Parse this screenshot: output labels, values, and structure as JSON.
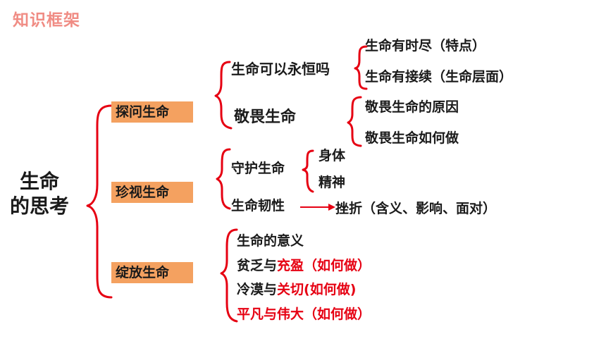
{
  "title": "知识框架",
  "center": {
    "line1": "生命",
    "line2": "的思考"
  },
  "branches": [
    {
      "label": "探问生命",
      "items": [
        {
          "label": "生命可以永恒吗",
          "children": [
            "生命有时尽（特点）",
            "生命有接续（生命层面）"
          ]
        },
        {
          "label": "敬畏生命",
          "children": [
            "敬畏生命的原因",
            "敬畏生命如何做"
          ]
        }
      ]
    },
    {
      "label": "珍视生命",
      "items": [
        {
          "label": "守护生命",
          "children": [
            "身体",
            "精神"
          ]
        },
        {
          "label": "生命韧性",
          "arrow_target": "挫折（含义、影响、面对）"
        }
      ]
    },
    {
      "label": "绽放生命",
      "items": [
        {
          "label": "生命的意义"
        },
        {
          "parts": [
            "贫乏与",
            "充盈",
            "（如何做）"
          ]
        },
        {
          "parts": [
            "冷漠与",
            "关切(如何做)"
          ]
        },
        {
          "label": "平凡与伟大（如何做）"
        }
      ]
    }
  ],
  "colors": {
    "accent": "#e60012",
    "box": "#f4a160",
    "title": "#f08c84",
    "text": "#1a1a1a"
  }
}
